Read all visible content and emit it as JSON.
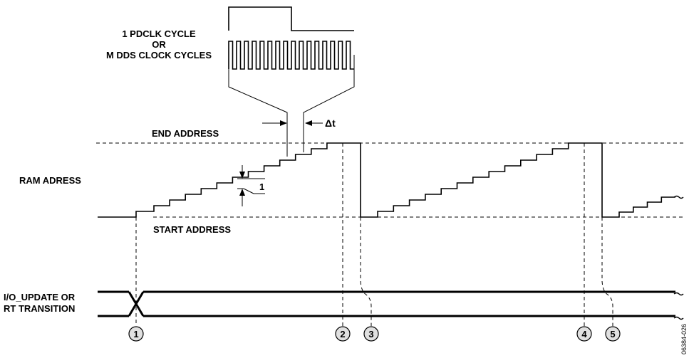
{
  "labels": {
    "pdclk_line1": "1 PDCLK CYCLE",
    "pdclk_line2": "OR",
    "pdclk_line3": "M DDS CLOCK CYCLES",
    "delta_t": "Δt",
    "end_address": "END ADDRESS",
    "ram_address": "RAM ADRESS",
    "step_one": "1",
    "start_address": "START ADDRESS",
    "io_update_line1": "I/O_UPDATE OR",
    "io_update_line2": "RT TRANSITION",
    "figure_id": "06384-026"
  },
  "markers": [
    "1",
    "2",
    "3",
    "4",
    "5"
  ]
}
